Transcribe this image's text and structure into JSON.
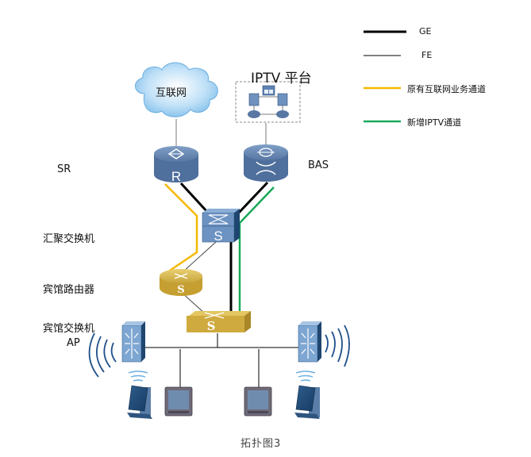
{
  "legend": {
    "items": [
      {
        "key": "ge",
        "label": "GE",
        "color": "#000000",
        "style": "thick"
      },
      {
        "key": "fe",
        "label": "FE",
        "color": "#000000",
        "style": "thin"
      },
      {
        "key": "internet",
        "label": "原有互联网业务通道",
        "color": "#f5b800",
        "style": "medium"
      },
      {
        "key": "iptv",
        "label": "新增IPTV通道",
        "color": "#1aa85a",
        "style": "medium"
      }
    ]
  },
  "nodes": {
    "internet_cloud": {
      "label": "互联网"
    },
    "iptv_platform": {
      "label": "IPTV 平台"
    },
    "sr": {
      "label": "SR",
      "glyph": "R"
    },
    "bas": {
      "label": "BAS"
    },
    "aggregation_switch": {
      "label": "汇聚交换机",
      "glyph": "S"
    },
    "hotel_router": {
      "label": "宾馆路由器",
      "glyph": "S"
    },
    "hotel_switch": {
      "label": "宾馆交换机",
      "glyph": "S"
    },
    "ap": {
      "label": "AP"
    }
  },
  "caption": "拓扑图3",
  "colors": {
    "device_blue": "#5b7fae",
    "device_gold": "#c9a93a",
    "cloud_blue": "#a9d4f2",
    "wave_blue": "#1e4f8a",
    "tv_frame": "#6e6a78"
  }
}
